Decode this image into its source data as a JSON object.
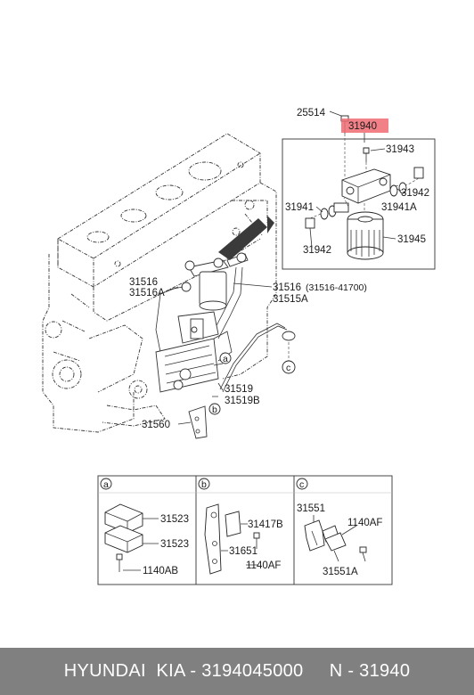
{
  "callouts": {
    "p25514": "25514",
    "p31940": "31940",
    "p31943": "31943",
    "p31942a": "31942",
    "p31941": "31941",
    "p31941a": "31941A",
    "p31942b": "31942",
    "p31945": "31945",
    "p31516l": "31516",
    "p31516al": "31516A",
    "p31516r": "31516",
    "p31516note": "(31516-41700)",
    "p31515a": "31515A",
    "p31519": "31519",
    "p31519b": "31519B",
    "p31560": "31560"
  },
  "markers": {
    "a": "a",
    "b": "b",
    "c": "c"
  },
  "detail_table": {
    "a": {
      "letter": "a",
      "p1": "31523",
      "p2": "31523",
      "p3": "1140AB"
    },
    "b": {
      "letter": "b",
      "p1": "31417B",
      "p2": "31651",
      "p3": "1140AF"
    },
    "c": {
      "letter": "c",
      "p1": "31551",
      "p2": "1140AF",
      "p3": "31551A"
    }
  },
  "highlight_color": "#f06b72",
  "footer": {
    "text": "HYUNDAI  KIA - 3194045000     N - 31940"
  }
}
